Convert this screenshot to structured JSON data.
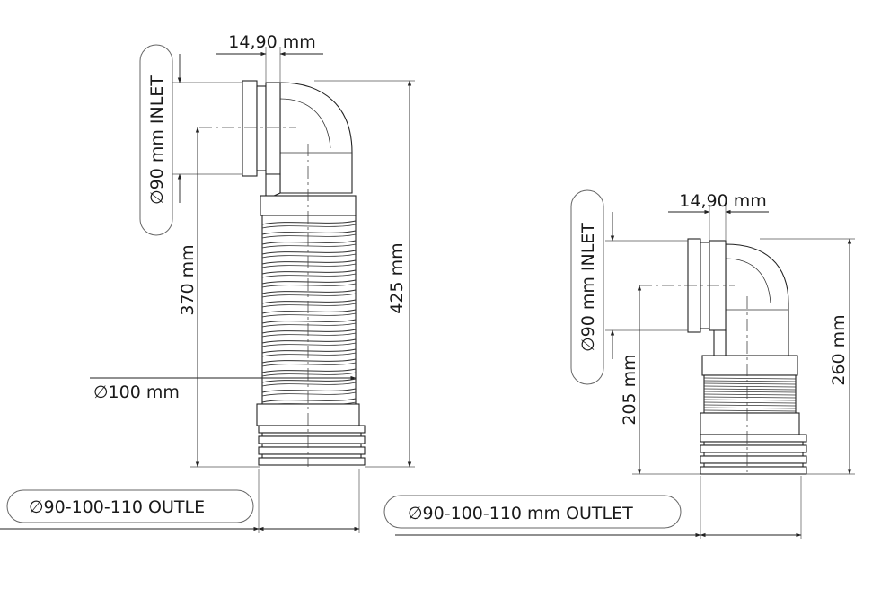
{
  "left": {
    "gap": "14,90 mm",
    "inlet": "∅90 mm INLET",
    "height_inner": "370 mm",
    "height_total": "425 mm",
    "diameter": "∅100 mm",
    "outlet": "∅90-100-110 OUTLE"
  },
  "right": {
    "gap": "14,90 mm",
    "inlet": "∅90 mm INLET",
    "height_inner": "205 mm",
    "height_total": "260 mm",
    "outlet": "∅90-100-110 mm OUTLET"
  }
}
